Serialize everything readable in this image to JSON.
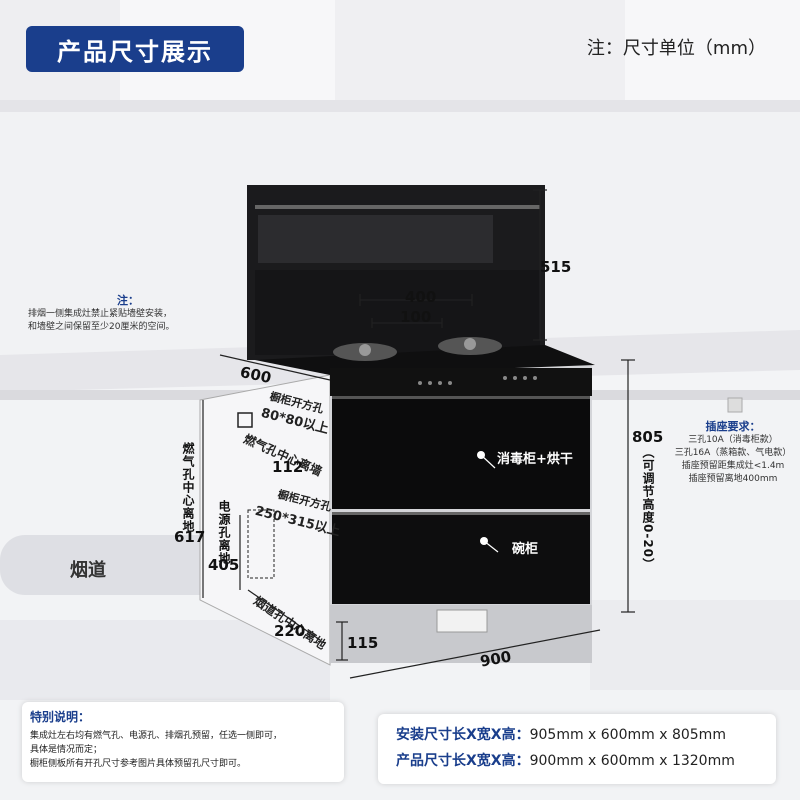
{
  "header": {
    "title": "产品尺寸展示",
    "unit_note": "注：尺寸单位（mm）"
  },
  "left_note": {
    "title": "注：",
    "line1": "排烟一侧集成灶禁止紧贴墙壁安装，",
    "line2": "和墙壁之间保留至少20厘米的空间。"
  },
  "socket_note": {
    "title": "插座要求：",
    "line1": "三孔10A（消毒柜款）",
    "line2": "三孔16A（蒸箱款、气电款）",
    "line3": "插座预留距集成灶<1.4m",
    "line4": "插座预留离地400mm"
  },
  "dimensions": {
    "hood_height": "515",
    "burner_span": "400",
    "burner_inner": "100",
    "depth": "600",
    "height": "805",
    "height_note": "（可调节高度0-20）",
    "width": "900",
    "base": "115",
    "gas_height": "617",
    "gas_label": "燃气孔中心离地",
    "power_height": "405",
    "power_label": "电源孔离地",
    "gas_from_wall": "112",
    "gas_from_wall_label": "燃气孔中心离墙",
    "vent_height": "220",
    "vent_label": "烟道孔中心离地",
    "cabinet_hole1_label": "橱柜开方孔",
    "cabinet_hole1": "80*80以上",
    "cabinet_hole2_label": "橱柜开方孔",
    "cabinet_hole2": "250*315以上",
    "flue_label": "烟道"
  },
  "cabinet_labels": {
    "upper": "消毒柜+烘干",
    "lower": "碗柜"
  },
  "special_note": {
    "title": "特别说明：",
    "line1": "集成灶左右均有燃气孔、电源孔、排烟孔预留，任选一侧即可，",
    "line2": "具体是情况而定；",
    "line3": "橱柜侧板所有开孔尺寸参考图片具体预留孔尺寸即可。"
  },
  "sizes": {
    "install_label": "安装尺寸长X宽X高：",
    "install_value": "905mm x 600mm x 805mm",
    "product_label": "产品尺寸长X宽X高：",
    "product_value": "900mm x 600mm x 1320mm"
  },
  "colors": {
    "brand_blue": "#1a3e8c",
    "appliance_black": "#111111",
    "counter": "#e9e9ec"
  }
}
